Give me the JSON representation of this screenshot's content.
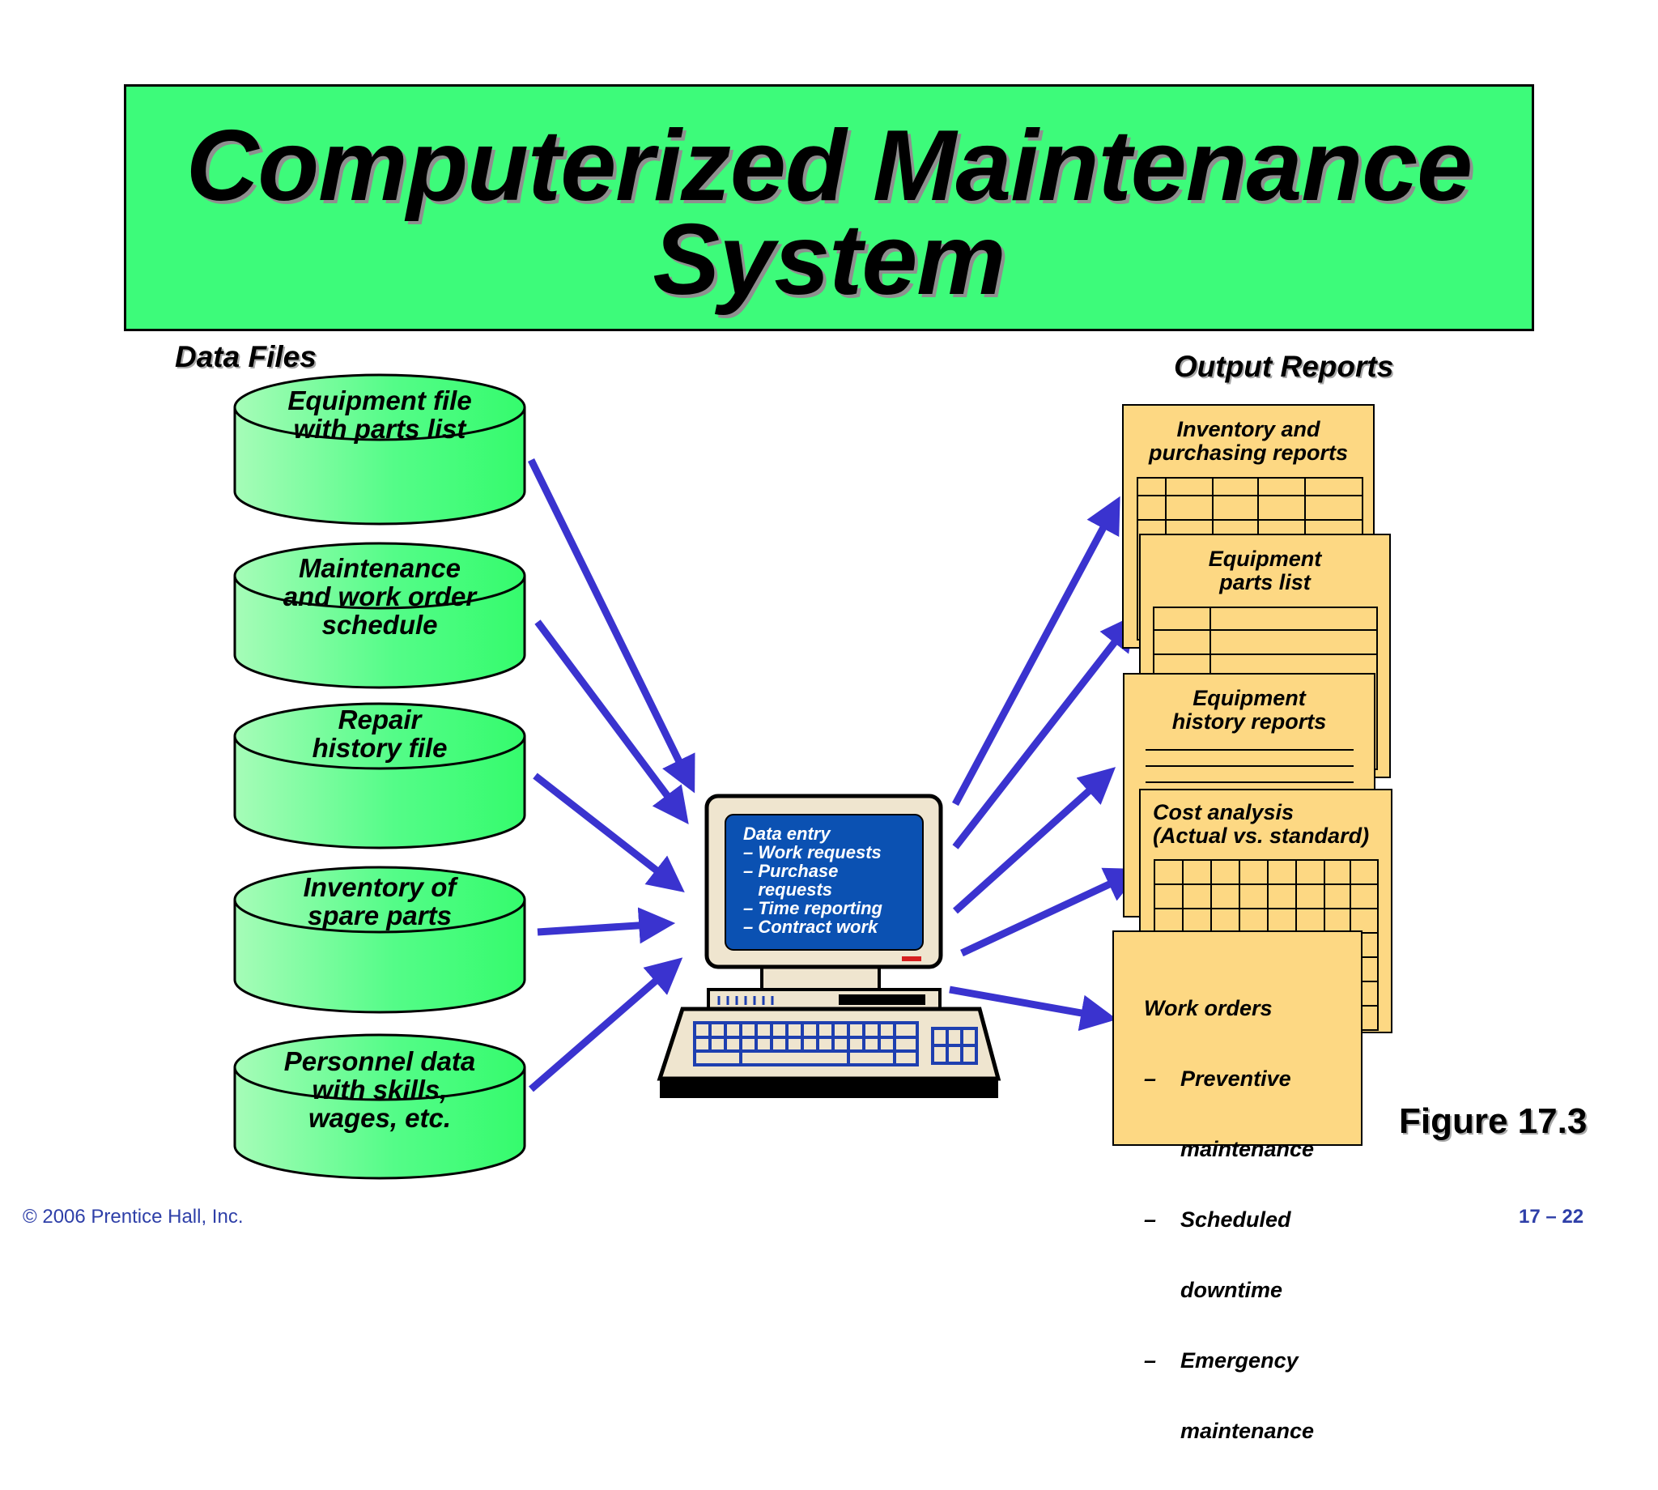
{
  "title": {
    "line1": "Computerized Maintenance",
    "line2": "System"
  },
  "data_files": {
    "label": "Data Files",
    "items": [
      {
        "lines": [
          "Equipment file",
          "with parts list"
        ]
      },
      {
        "lines": [
          "Maintenance",
          "and work order",
          "schedule"
        ]
      },
      {
        "lines": [
          "Repair",
          "history file"
        ]
      },
      {
        "lines": [
          "Inventory of",
          "spare parts"
        ]
      },
      {
        "lines": [
          "Personnel data",
          "with skills,",
          "wages, etc."
        ]
      }
    ]
  },
  "computer": {
    "screen_lines": [
      "Data entry",
      "– Work requests",
      "– Purchase",
      "   requests",
      "– Time reporting",
      "– Contract work"
    ]
  },
  "output_reports": {
    "label": "Output Reports",
    "items": [
      {
        "lines": [
          "Inventory and",
          "purchasing reports"
        ]
      },
      {
        "lines": [
          "Equipment",
          "parts list"
        ]
      },
      {
        "lines": [
          "Equipment",
          "history reports"
        ]
      },
      {
        "lines": [
          "Cost analysis",
          "(Actual vs. standard)"
        ]
      },
      {
        "lines": [
          "Work orders",
          "–    Preventive",
          "      maintenance",
          "–    Scheduled",
          "      downtime",
          "–    Emergency",
          "      maintenance"
        ]
      }
    ]
  },
  "figure_label": "Figure 17.3",
  "footer": {
    "copyright": "© 2006 Prentice Hall, Inc.",
    "page": "17 – 22"
  },
  "colors": {
    "title_bg": "#3dfb7a",
    "cylinder_green": "#3ffb74",
    "report_fill": "#fdd883",
    "arrow": "#3a33cf",
    "screen": "#0b51b2",
    "footer_text": "#2e3fa8"
  }
}
